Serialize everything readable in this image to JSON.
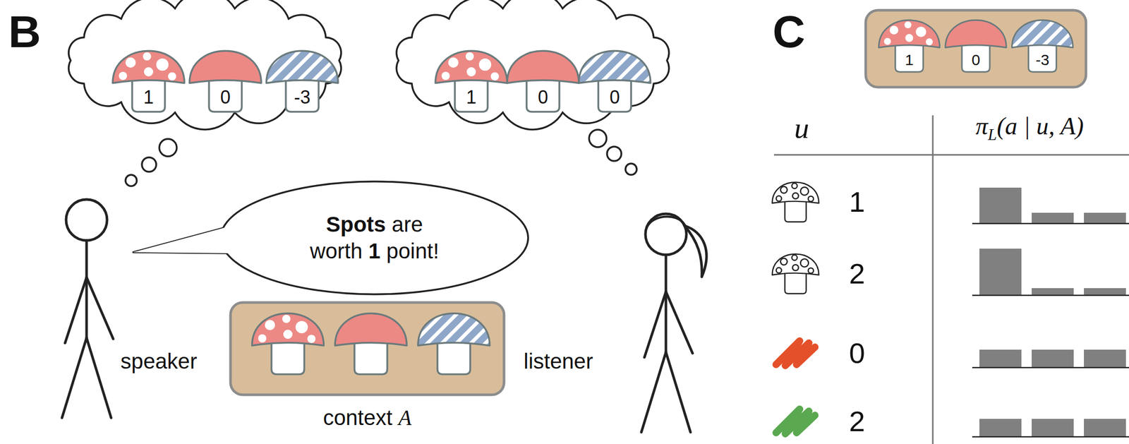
{
  "diagram": {
    "nodes": [
      {
        "text": [
          "Spots are worth 1 point!"
        ]
      }
    ],
    "labels": [
      "B",
      "1",
      "0",
      "-3",
      "1",
      "0",
      "0",
      "speaker",
      "listener",
      "context A",
      "C",
      "1",
      "0",
      "-3",
      "u",
      "πL(a | u, A)",
      "1",
      "2",
      "0",
      "2"
    ]
  }
}
